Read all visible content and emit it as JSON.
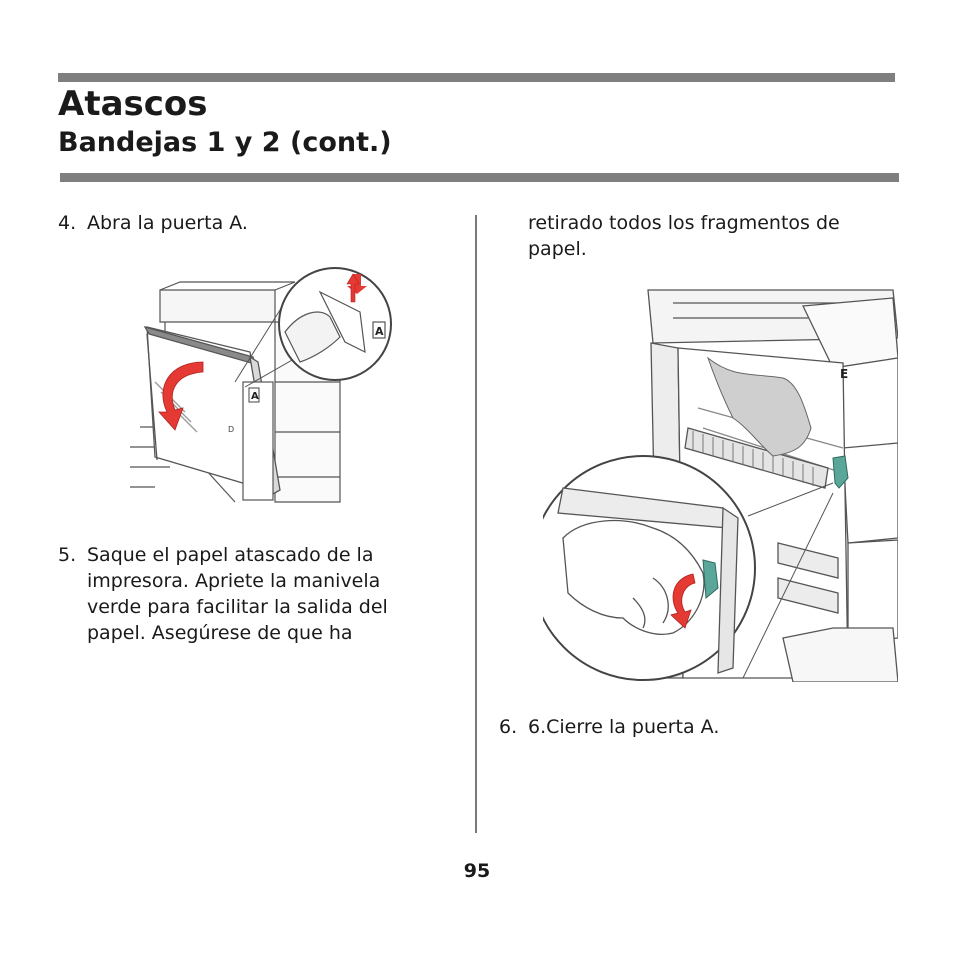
{
  "header": {
    "title": "Atascos",
    "subtitle": "Bandejas 1 y 2 (cont.)"
  },
  "left_column": {
    "step4": {
      "number": "4.",
      "text": "Abra la puerta A."
    },
    "step5": {
      "number": "5.",
      "text": "Saque el papel atascado de la impresora. Apriete la manivela verde para facilitar la salida del papel. Asegúrese de que ha"
    }
  },
  "right_column": {
    "continuation": "retirado todos los fragmentos de papel.",
    "step6": {
      "number": "6.",
      "text": "6.Cierre la puerta A."
    }
  },
  "figures": {
    "door_label_a": "A",
    "door_label_d": "D",
    "door_label_e": "E"
  },
  "colors": {
    "rule": "#7f7f7f",
    "arrow_red": "#e53a33",
    "handle_green": "#5aa79a"
  },
  "footer": {
    "page_number": "95"
  }
}
